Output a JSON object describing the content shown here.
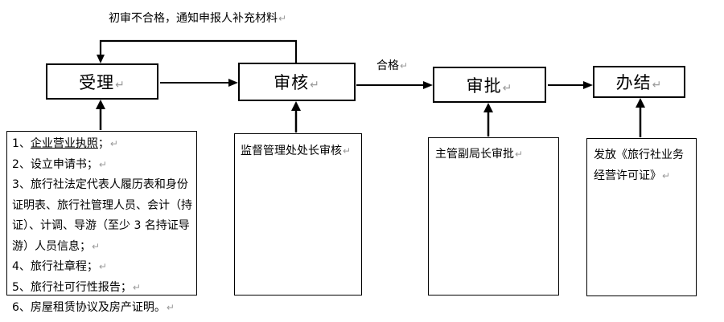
{
  "labels": {
    "feedback": "初审不合格，通知申报人补充材料",
    "qualified": "合格"
  },
  "marks": {
    "paragraph": "↵"
  },
  "colors": {
    "line": "#000000",
    "paragraph_mark": "#9a9a9a",
    "background": "#ffffff"
  },
  "flow": {
    "steps": [
      {
        "label": "受理"
      },
      {
        "label": "审核"
      },
      {
        "label": "审批"
      },
      {
        "label": "办结"
      }
    ]
  },
  "details": {
    "materials": {
      "item1_prefix": "1、",
      "item1_underlined": "企业营业执照",
      "item1_suffix": "；",
      "items": [
        "2、设立申请书；",
        "3、旅行社法定代表人履历表和身份证明表、旅行社管理人员、会计（持证）、计调、导游（至少 3 名持证导游）人员信息；",
        "4、旅行社章程；",
        "5、旅行社可行性报告；",
        "6、房屋租赁协议及房产证明。"
      ]
    },
    "review": "监督管理处处长审核",
    "approval": "主管副局长审批",
    "completion_line1": "发放《旅行社业务",
    "completion_line2": "经营许可证》"
  }
}
